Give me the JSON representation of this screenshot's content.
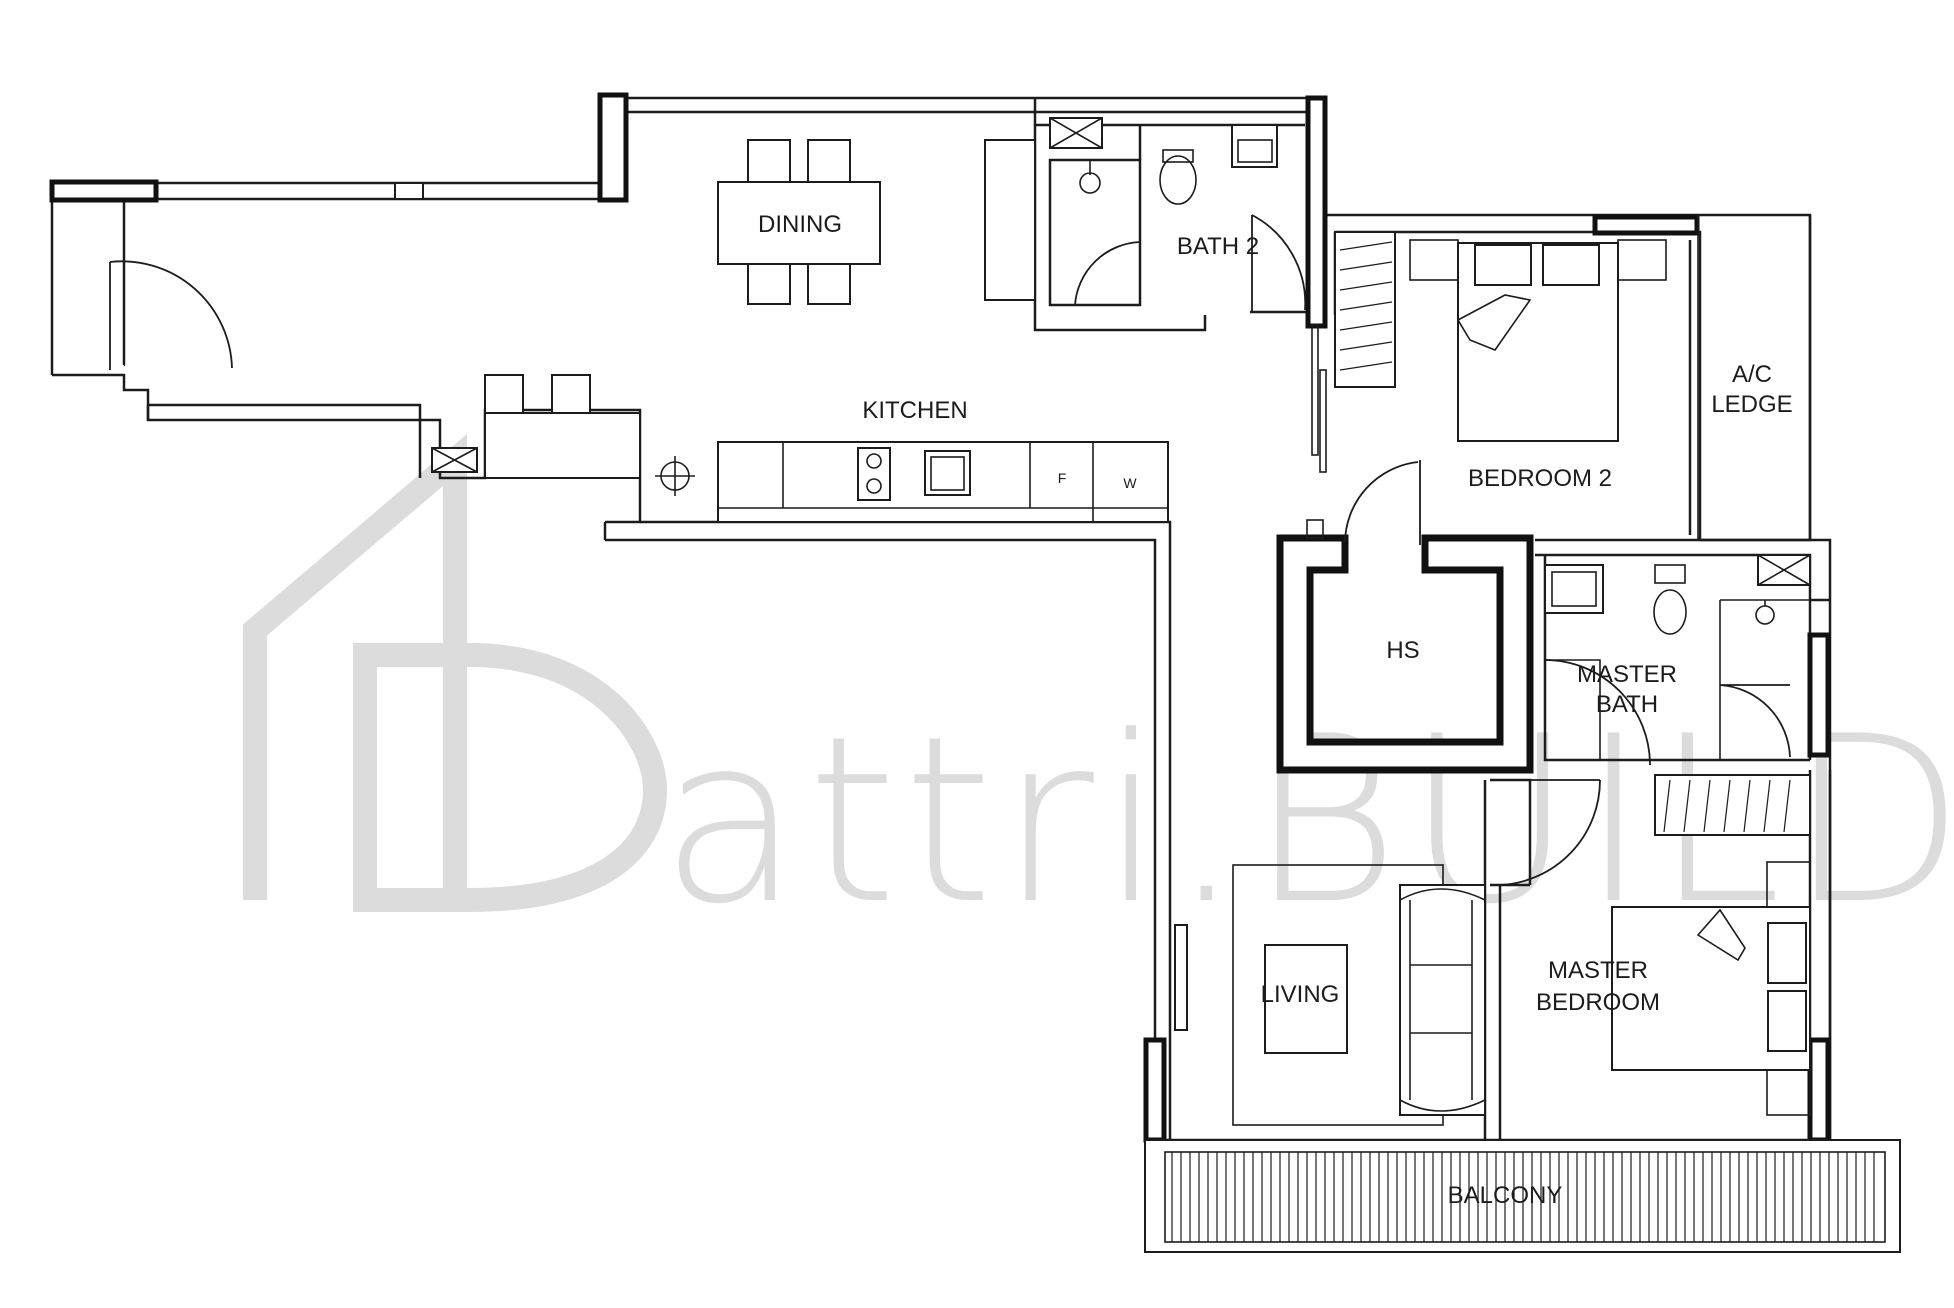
{
  "rooms": {
    "dining": "DINING",
    "bath2": "BATH 2",
    "kitchen": "KITCHEN",
    "ac_ledge_1": "A/C",
    "ac_ledge_2": "LEDGE",
    "bedroom2": "BEDROOM 2",
    "hs": "HS",
    "master_bath_1": "MASTER",
    "master_bath_2": "BATH",
    "living": "LIVING",
    "master_bedroom_1": "MASTER",
    "master_bedroom_2": "BEDROOM",
    "balcony": "BALCONY"
  },
  "appliances": {
    "fridge": "F",
    "washer": "W"
  },
  "watermark": "attri.BUILD"
}
